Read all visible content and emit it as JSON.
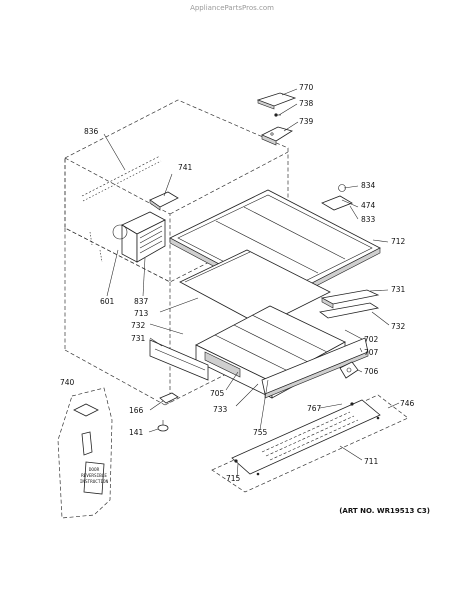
{
  "watermark": "AppliancePartsPros.com",
  "art_number": "(ART NO. WR19513 C3)",
  "instruction_card": [
    "DOOR",
    "REVERSIBLE",
    "INSTRUCTION"
  ],
  "callouts": [
    {
      "id": "770",
      "text": "770"
    },
    {
      "id": "738",
      "text": "738"
    },
    {
      "id": "739",
      "text": "739"
    },
    {
      "id": "836",
      "text": "836"
    },
    {
      "id": "741",
      "text": "741"
    },
    {
      "id": "834",
      "text": "834"
    },
    {
      "id": "474",
      "text": "474"
    },
    {
      "id": "833",
      "text": "833"
    },
    {
      "id": "712",
      "text": "712"
    },
    {
      "id": "601",
      "text": "601"
    },
    {
      "id": "837",
      "text": "837"
    },
    {
      "id": "731a",
      "text": "731"
    },
    {
      "id": "713",
      "text": "713"
    },
    {
      "id": "732a",
      "text": "732"
    },
    {
      "id": "731b",
      "text": "731"
    },
    {
      "id": "732b",
      "text": "732"
    },
    {
      "id": "702",
      "text": "702"
    },
    {
      "id": "707",
      "text": "707"
    },
    {
      "id": "706",
      "text": "706"
    },
    {
      "id": "705",
      "text": "705"
    },
    {
      "id": "733",
      "text": "733"
    },
    {
      "id": "740",
      "text": "740"
    },
    {
      "id": "166",
      "text": "166"
    },
    {
      "id": "767",
      "text": "767"
    },
    {
      "id": "746",
      "text": "746"
    },
    {
      "id": "141",
      "text": "141"
    },
    {
      "id": "755",
      "text": "755"
    },
    {
      "id": "711",
      "text": "711"
    },
    {
      "id": "715",
      "text": "715"
    }
  ]
}
